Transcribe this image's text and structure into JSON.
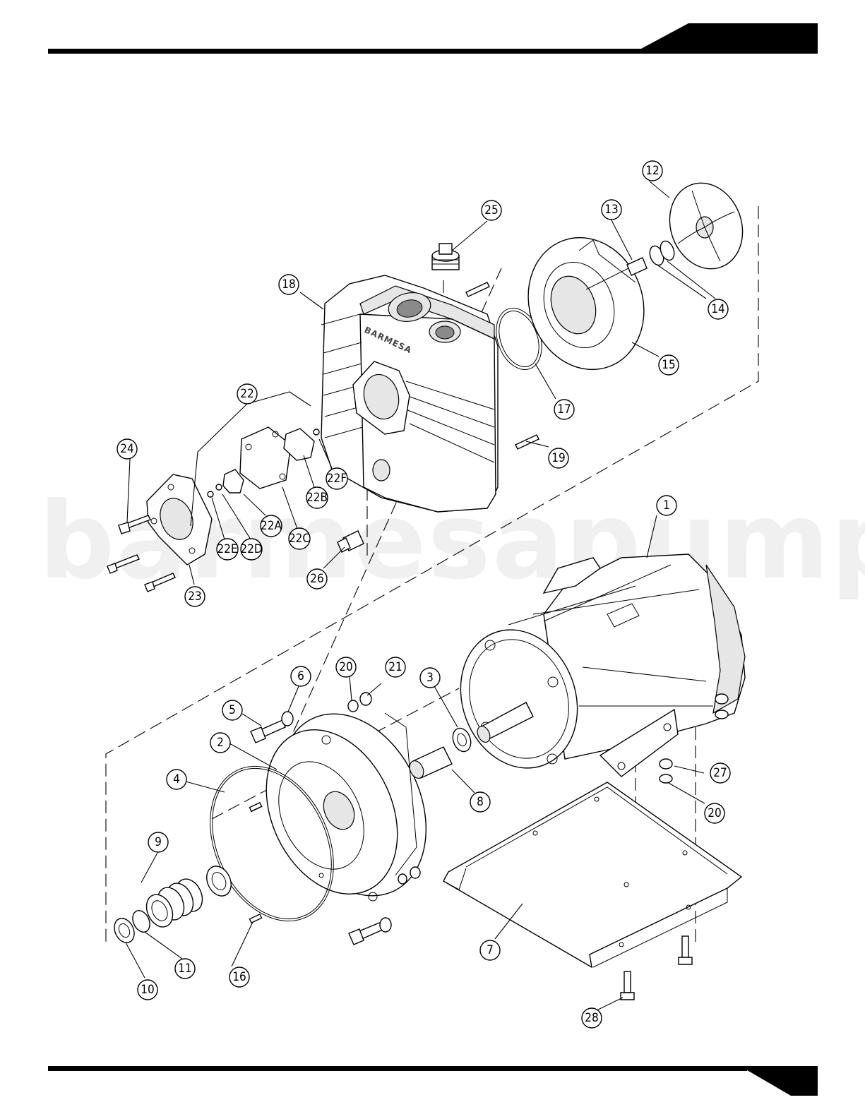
{
  "watermark": "barmesapumps.com",
  "housing_brand": "BARMESA",
  "callouts": [
    "1",
    "2",
    "3",
    "4",
    "5",
    "6",
    "7",
    "8",
    "9",
    "10",
    "11",
    "12",
    "13",
    "14",
    "15",
    "16",
    "17",
    "18",
    "19",
    "20",
    "21",
    "22",
    "22A",
    "22B",
    "22C",
    "22D",
    "22E",
    "22F",
    "23",
    "24",
    "25",
    "26",
    "27",
    "28"
  ]
}
